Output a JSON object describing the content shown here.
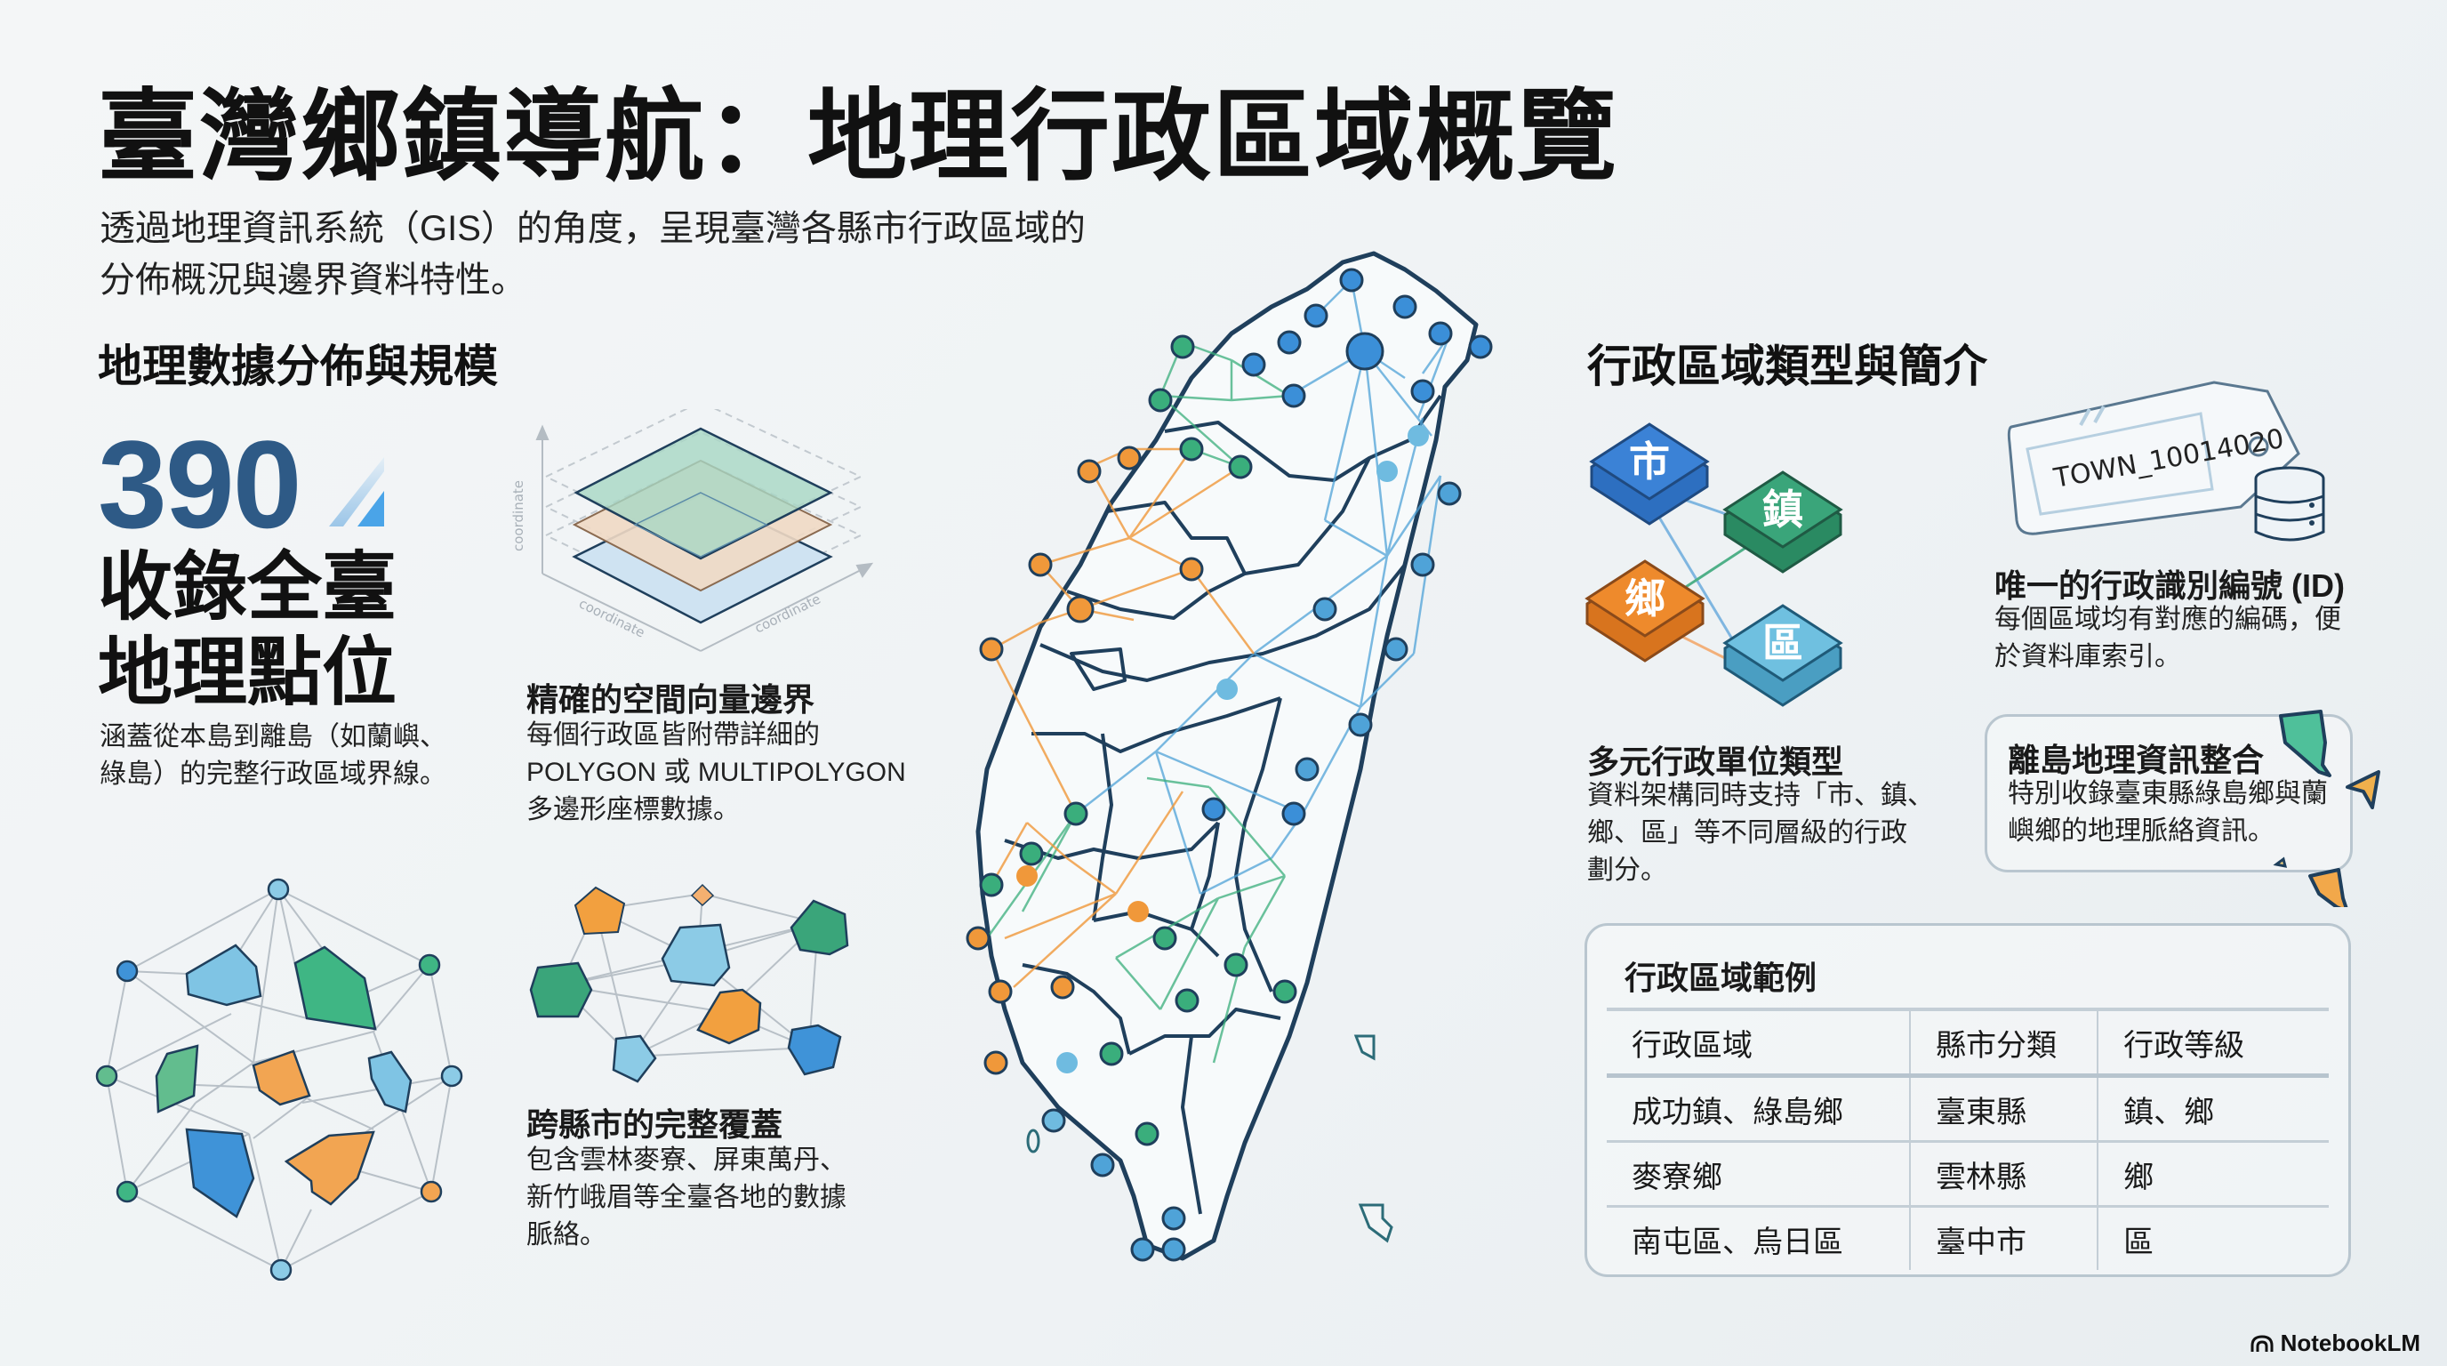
{
  "header": {
    "title": "臺灣鄉鎮導航：地理行政區域概覽",
    "subtitle_line1": "透過地理資訊系統（GIS）的角度，呈現臺灣各縣市行政區域的",
    "subtitle_line2": "分佈概況與邊界資料特性。"
  },
  "left_section": {
    "heading": "地理數據分佈與規模",
    "stat": {
      "value": "390",
      "label_line1": "收錄全臺",
      "label_line2": "地理點位",
      "desc_line1": "涵蓋從本島到離島（如蘭嶼、",
      "desc_line2": "綠島）的完整行政區域界線。"
    },
    "vector_card": {
      "axis_labels": [
        "coordinate",
        "coordinate",
        "coordinate"
      ],
      "title": "精確的空間向量邊界",
      "text_line1": "每個行政區皆附帶詳細的",
      "text_line2": "POLYGON 或 MULTIPOLYGON",
      "text_line3": "多邊形座標數據。"
    },
    "coverage_card": {
      "title": "跨縣市的完整覆蓋",
      "text_line1": "包含雲林麥寮、屏東萬丹、",
      "text_line2": "新竹峨眉等全臺各地的數據",
      "text_line3": "脈絡。"
    }
  },
  "right_section": {
    "heading": "行政區域類型與簡介",
    "tiles": [
      {
        "label": "市",
        "color": "#3b82d6"
      },
      {
        "label": "鎮",
        "color": "#3aa57a"
      },
      {
        "label": "鄉",
        "color": "#ee8a2c"
      },
      {
        "label": "區",
        "color": "#5bb6d8"
      }
    ],
    "types_card": {
      "title": "多元行政單位類型",
      "text_line1": "資料架構同時支持「市、鎮、",
      "text_line2": "鄉、區」等不同層級的行政",
      "text_line3": "劃分。"
    },
    "id_card": {
      "tag_text": "TOWN_10014020",
      "title": "唯一的行政識別編號 (ID)",
      "text_line1": "每個區域均有對應的編碼，便",
      "text_line2": "於資料庫索引。"
    },
    "island_card": {
      "title": "離島地理資訊整合",
      "text_line1": "特別收錄臺東縣綠島鄉與蘭",
      "text_line2": "嶼鄉的地理脈絡資訊。"
    },
    "examples_table": {
      "title": "行政區域範例",
      "columns": [
        "行政區域",
        "縣市分類",
        "行政等級"
      ],
      "rows": [
        [
          "成功鎮、綠島鄉",
          "臺東縣",
          "鎮、鄉"
        ],
        [
          "麥寮鄉",
          "雲林縣",
          "鄉"
        ],
        [
          "南屯區、烏日區",
          "臺中市",
          "區"
        ]
      ]
    }
  },
  "colors": {
    "blue": "#3b8fd8",
    "light_blue": "#6fbbe0",
    "green": "#3aae7c",
    "orange": "#f0983a",
    "navy": "#1f3f5c",
    "stat_blue": "#2e5a86"
  },
  "footer": {
    "brand": "NotebookLM"
  }
}
